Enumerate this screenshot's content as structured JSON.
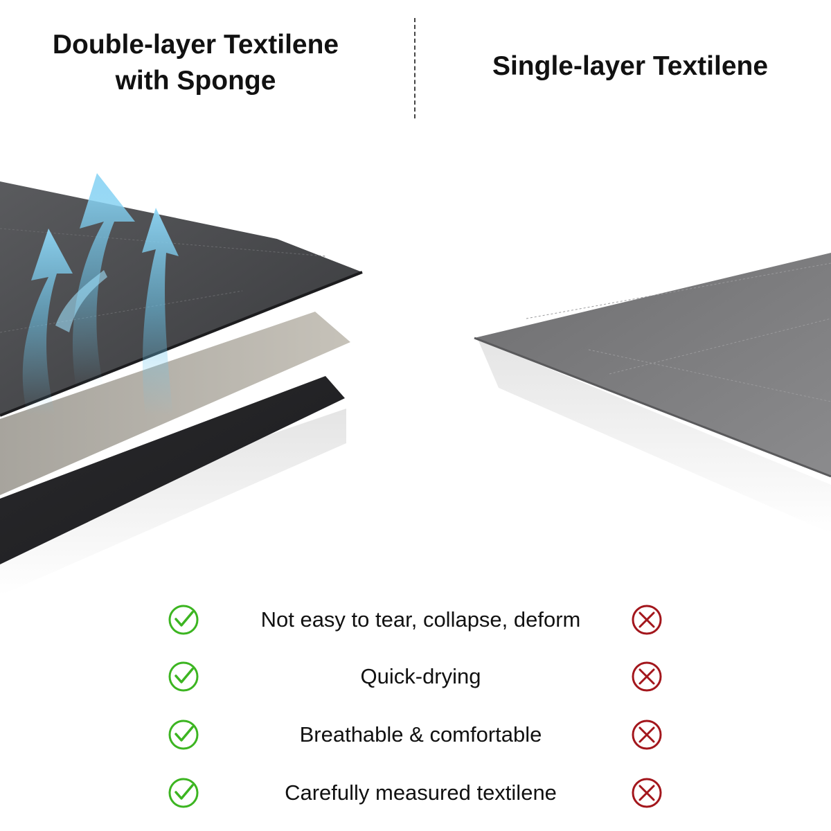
{
  "header": {
    "left_title_line1": "Double-layer Textilene",
    "left_title_line2": "with Sponge",
    "right_title": "Single-layer Textilene"
  },
  "illustration": {
    "left_icon": "layered-fabric-with-airflow",
    "right_icon": "single-fabric-sheet"
  },
  "features": [
    {
      "label": "Not easy to tear, collapse, deform",
      "double_layer_icon": "check-icon",
      "single_layer_icon": "cross-icon"
    },
    {
      "label": "Quick-drying",
      "double_layer_icon": "check-icon",
      "single_layer_icon": "cross-icon"
    },
    {
      "label": "Breathable & comfortable",
      "double_layer_icon": "check-icon",
      "single_layer_icon": "cross-icon"
    },
    {
      "label": "Carefully measured textilene",
      "double_layer_icon": "check-icon",
      "single_layer_icon": "cross-icon"
    }
  ],
  "colors": {
    "check": "#3cb521",
    "cross": "#a3161c",
    "airflow": "#6cc6ec",
    "fabric_dark": "#3e3f43",
    "sponge": "#b9b5ac",
    "fabric_single": "#7d7d7f"
  }
}
